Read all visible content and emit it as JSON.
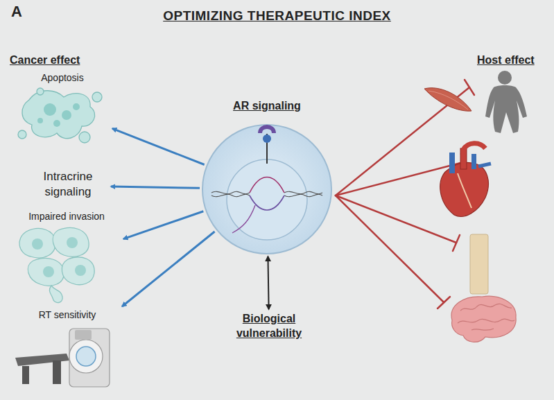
{
  "diagram": {
    "title": "OPTIMIZING THERAPEUTIC INDEX",
    "nodes": [
      {
        "text": [
          "AR signaling"
        ]
      },
      {
        "text": [
          "Biological vulnerability"
        ]
      },
      {
        "text": [
          "Apoptosis"
        ]
      },
      {
        "text": [
          "Intracrine signaling"
        ]
      },
      {
        "text": [
          "Impaired invasion"
        ]
      },
      {
        "text": [
          "RT sensitivity"
        ]
      }
    ],
    "edges": [
      {
        "from": 0,
        "to": 2,
        "arrow": "to"
      },
      {
        "from": 0,
        "to": 3,
        "arrow": "to"
      },
      {
        "from": 0,
        "to": 4,
        "arrow": "to"
      },
      {
        "from": 0,
        "to": 5,
        "arrow": "to"
      },
      {
        "from": 0,
        "to": 1,
        "arrow": "both"
      }
    ],
    "labels": [
      "A",
      "Cancer effect",
      "Host effect"
    ]
  }
}
